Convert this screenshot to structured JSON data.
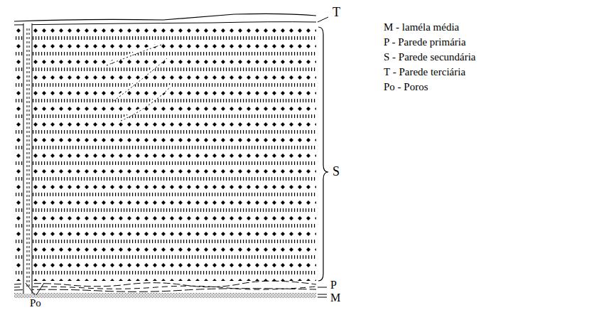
{
  "diagram": {
    "labels": [
      "T",
      "S",
      "P",
      "M",
      "Po",
      "M - laméla média",
      "P - Parede primária",
      "S - Parede secundária",
      "T - Parede terciária",
      "Po - Poros"
    ]
  }
}
